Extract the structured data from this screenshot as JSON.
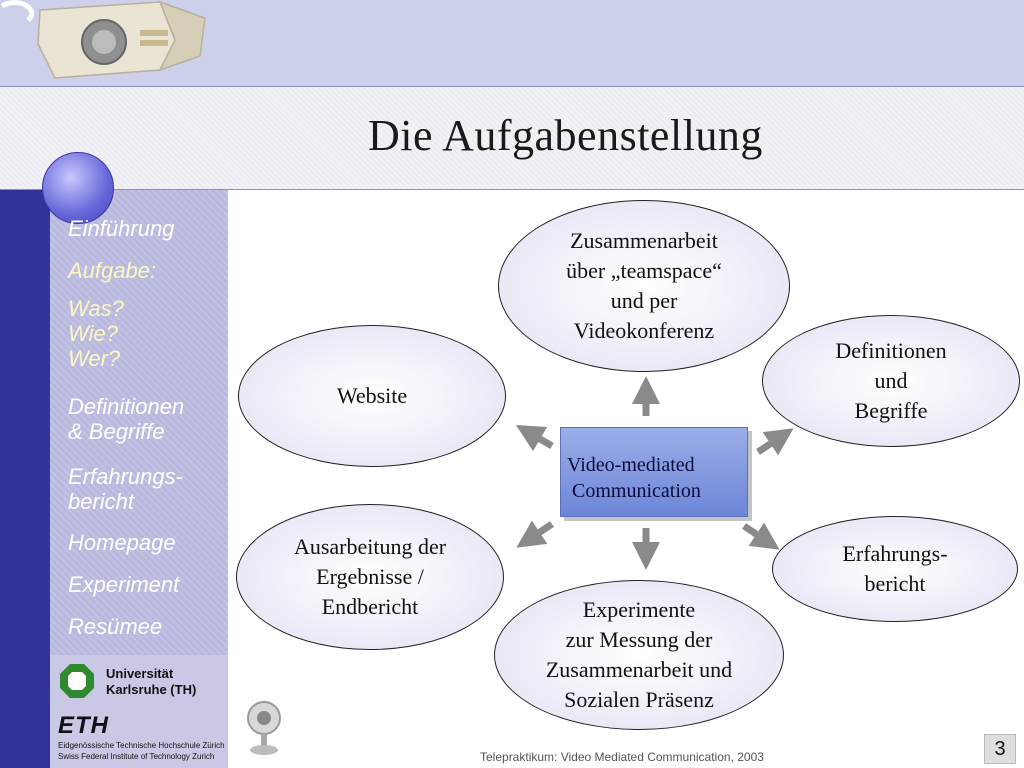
{
  "slide": {
    "title": "Die Aufgabenstellung",
    "footer": "Telepraktikum: Video Mediated Communication, 2003",
    "page_number": "3"
  },
  "nav": {
    "items": [
      {
        "label": "Einführung",
        "active": false
      },
      {
        "label": "Aufgabe:",
        "active": true
      },
      {
        "label": "Was?\nWie?\nWer?",
        "active": true
      },
      {
        "label": "Definitionen\n& Begriffe",
        "active": false
      },
      {
        "label": "Erfahrungs-\nbericht",
        "active": false
      },
      {
        "label": "Homepage",
        "active": false
      },
      {
        "label": "Experiment",
        "active": false
      },
      {
        "label": "Resümee",
        "active": false
      }
    ]
  },
  "diagram": {
    "center": "Video-mediated\n Communication",
    "nodes": {
      "top": "Zusammenarbeit\nüber „teamspace“\nund per\nVideokonferenz",
      "top_left": "Website",
      "top_right": "Definitionen\nund\nBegriffe",
      "bottom_left": "Ausarbeitung der\nErgebnisse /\nEndbericht",
      "bottom": "Experimente\nzur Messung der\nZusammenarbeit und\nSozialen Präsenz",
      "bottom_right": "Erfahrungs-\nbericht"
    }
  },
  "logos": {
    "uni_line1": "Universität",
    "uni_line2": "Karlsruhe (TH)",
    "eth_logo": "ETH",
    "eth_line1": "Eidgenössische Technische Hochschule Zürich",
    "eth_line2": "Swiss Federal Institute of Technology Zurich"
  },
  "colors": {
    "band_dark": "#33339a",
    "band_light": "#b9b9df",
    "center_box": "#7b92dc",
    "arrow": "#8a8a8a"
  }
}
